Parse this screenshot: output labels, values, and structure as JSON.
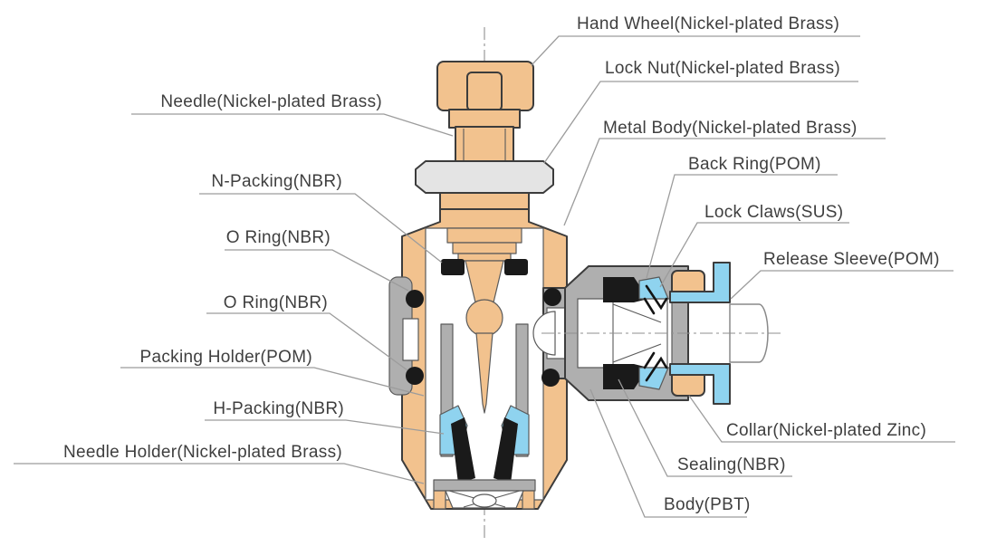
{
  "diagram_title": "",
  "labels": {
    "hand_wheel": {
      "text": "Hand Wheel(Nickel-plated Brass)"
    },
    "lock_nut": {
      "text": "Lock Nut(Nickel-plated Brass)"
    },
    "needle": {
      "text": "Needle(Nickel-plated Brass)"
    },
    "metal_body": {
      "text": "Metal Body(Nickel-plated Brass)"
    },
    "n_packing": {
      "text": "N-Packing(NBR)"
    },
    "back_ring": {
      "text": "Back Ring(POM)"
    },
    "o_ring_upper": {
      "text": "O Ring(NBR)"
    },
    "lock_claws": {
      "text": "Lock Claws(SUS)"
    },
    "release_sleeve": {
      "text": "Release Sleeve(POM)"
    },
    "o_ring_lower": {
      "text": "O Ring(NBR)"
    },
    "packing_holder": {
      "text": "Packing Holder(POM)"
    },
    "h_packing": {
      "text": "H-Packing(NBR)"
    },
    "needle_holder": {
      "text": "Needle Holder(Nickel-plated Brass)"
    },
    "collar": {
      "text": "Collar(Nickel-plated Zinc)"
    },
    "sealing": {
      "text": "Sealing(NBR)"
    },
    "body": {
      "text": "Body(PBT)"
    }
  },
  "colors": {
    "brass": "#F2C28E",
    "nut_gray": "#E4E4E4",
    "pom_gray": "#AFAFAF",
    "resin_blue": "#8FD3EF",
    "rubber_black": "#1A1A1A",
    "bore_white": "#FFFFFF",
    "leader_gray": "#9C9C9C",
    "label_text": "#3F3F3F"
  }
}
